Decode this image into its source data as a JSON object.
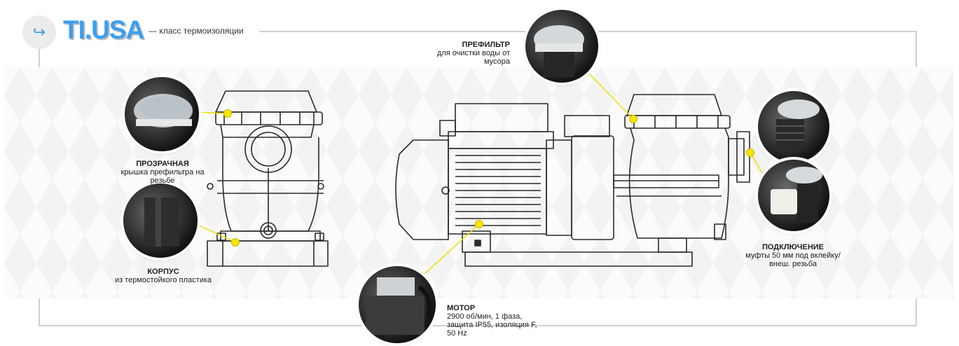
{
  "header": {
    "brand": "TI.USA",
    "tagline": "— класс термоизоляции",
    "back_icon": "↪"
  },
  "callouts": {
    "lid": {
      "title": "ПРОЗРАЧНАЯ",
      "desc": "крышка префильтра на резьбе"
    },
    "body": {
      "title": "КОРПУС",
      "desc": "из термостойкого пластика"
    },
    "prefilter": {
      "title": "ПРЕФИЛЬТР",
      "desc": "для очистки воды от мусора"
    },
    "connection": {
      "title": "ПОДКЛЮЧЕНИЕ",
      "desc": "муфты 50 мм под вклейку/ внеш. резьба"
    },
    "motor": {
      "title": "МОТОР",
      "desc": "2900 об/мин, 1 фаза, защита IP55, изоляция F, 50 Hz"
    }
  },
  "colors": {
    "accent": "#3a9ff0",
    "marker": "#f6e600",
    "line": "#2a2a2a"
  }
}
